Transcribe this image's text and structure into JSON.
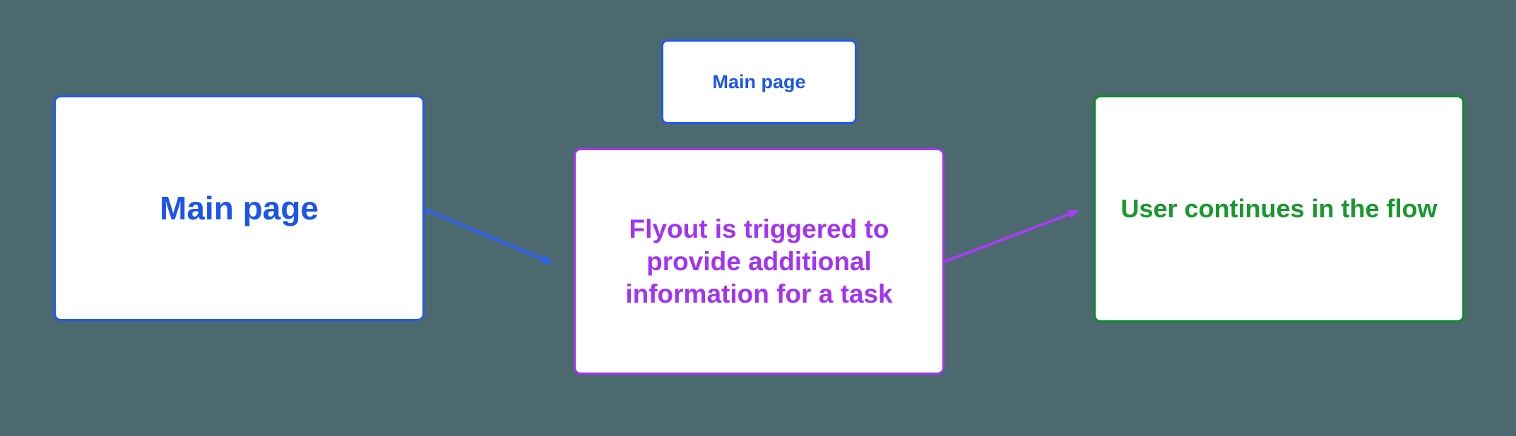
{
  "diagram": {
    "background_color": "#4C6970",
    "nodes": {
      "main_page": {
        "label": "Main page",
        "text_color": "#1D55EB",
        "border_color": "#2158EE"
      },
      "main_page_small": {
        "label": "Main page",
        "text_color": "#1D55EB",
        "border_color": "#2158EE"
      },
      "flyout": {
        "line1": "Flyout is triggered to",
        "line2": "provide additional",
        "line3": "information for a task",
        "text_color": "#A233F2",
        "border_color": "#A435F0"
      },
      "user_flow": {
        "label": "User continues in the flow",
        "text_color": "#17992D",
        "border_color": "#108A28"
      }
    },
    "edges": {
      "main_to_flyout": {
        "from": "main_page",
        "to": "flyout",
        "color": "#2E63F3"
      },
      "flyout_to_user": {
        "from": "flyout",
        "to": "user_flow",
        "color": "#A93CF5"
      }
    }
  }
}
